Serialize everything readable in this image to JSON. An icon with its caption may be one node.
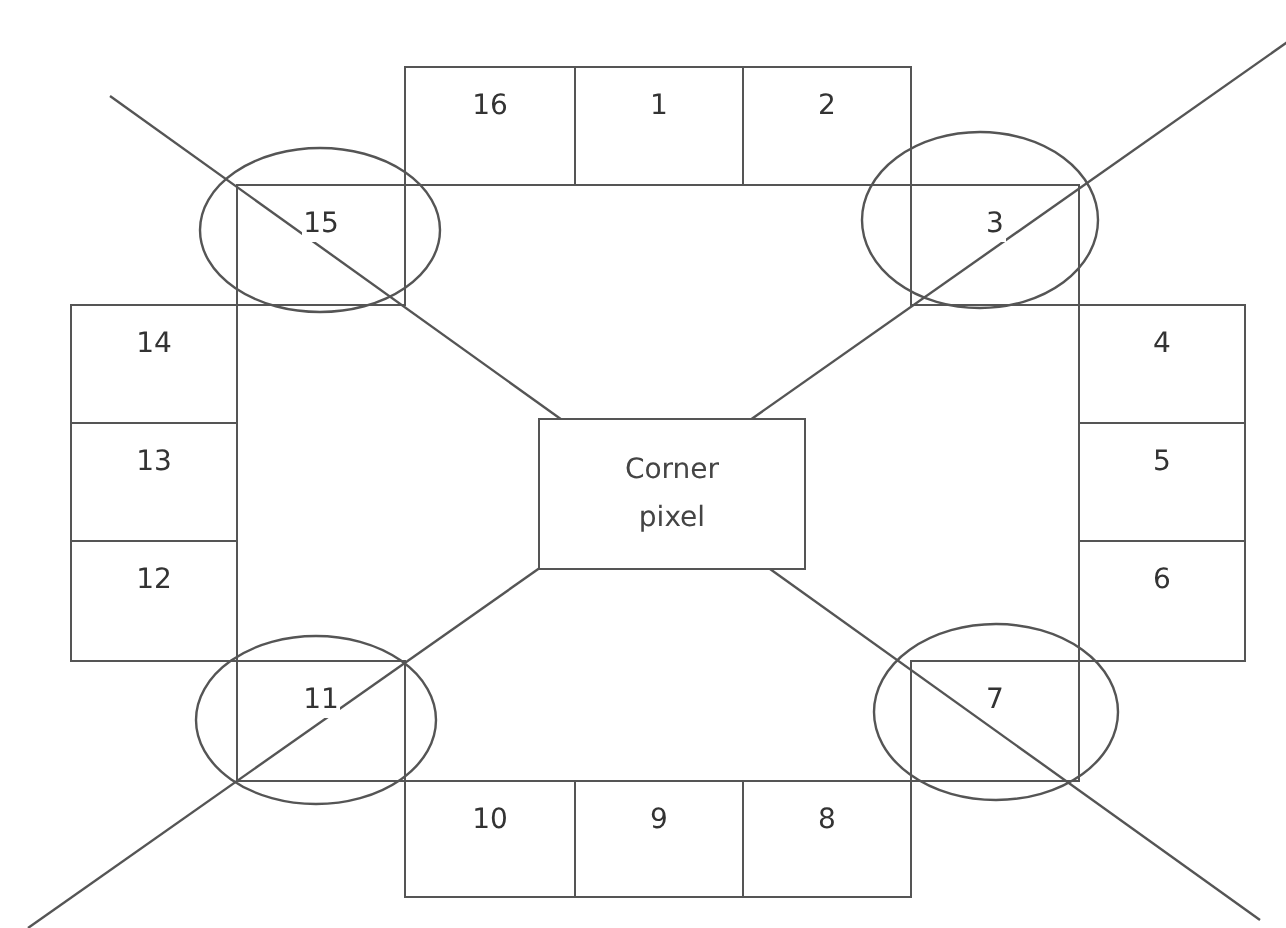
{
  "diagram": {
    "nodes": [
      {
        "text": [
          "16"
        ]
      },
      {
        "text": [
          "1"
        ]
      },
      {
        "text": [
          "2"
        ]
      },
      {
        "text": [
          "15"
        ]
      },
      {
        "text": [
          "3"
        ]
      },
      {
        "text": [
          "14"
        ]
      },
      {
        "text": [
          "4"
        ]
      },
      {
        "text": [
          "Corner pixel"
        ]
      },
      {
        "text": [
          "13"
        ]
      },
      {
        "text": [
          "5"
        ]
      },
      {
        "text": [
          "12"
        ]
      },
      {
        "text": [
          "6"
        ]
      },
      {
        "text": [
          "11"
        ]
      },
      {
        "text": [
          "7"
        ]
      },
      {
        "text": [
          "10"
        ]
      },
      {
        "text": [
          "9"
        ]
      },
      {
        "text": [
          "8"
        ]
      }
    ]
  }
}
